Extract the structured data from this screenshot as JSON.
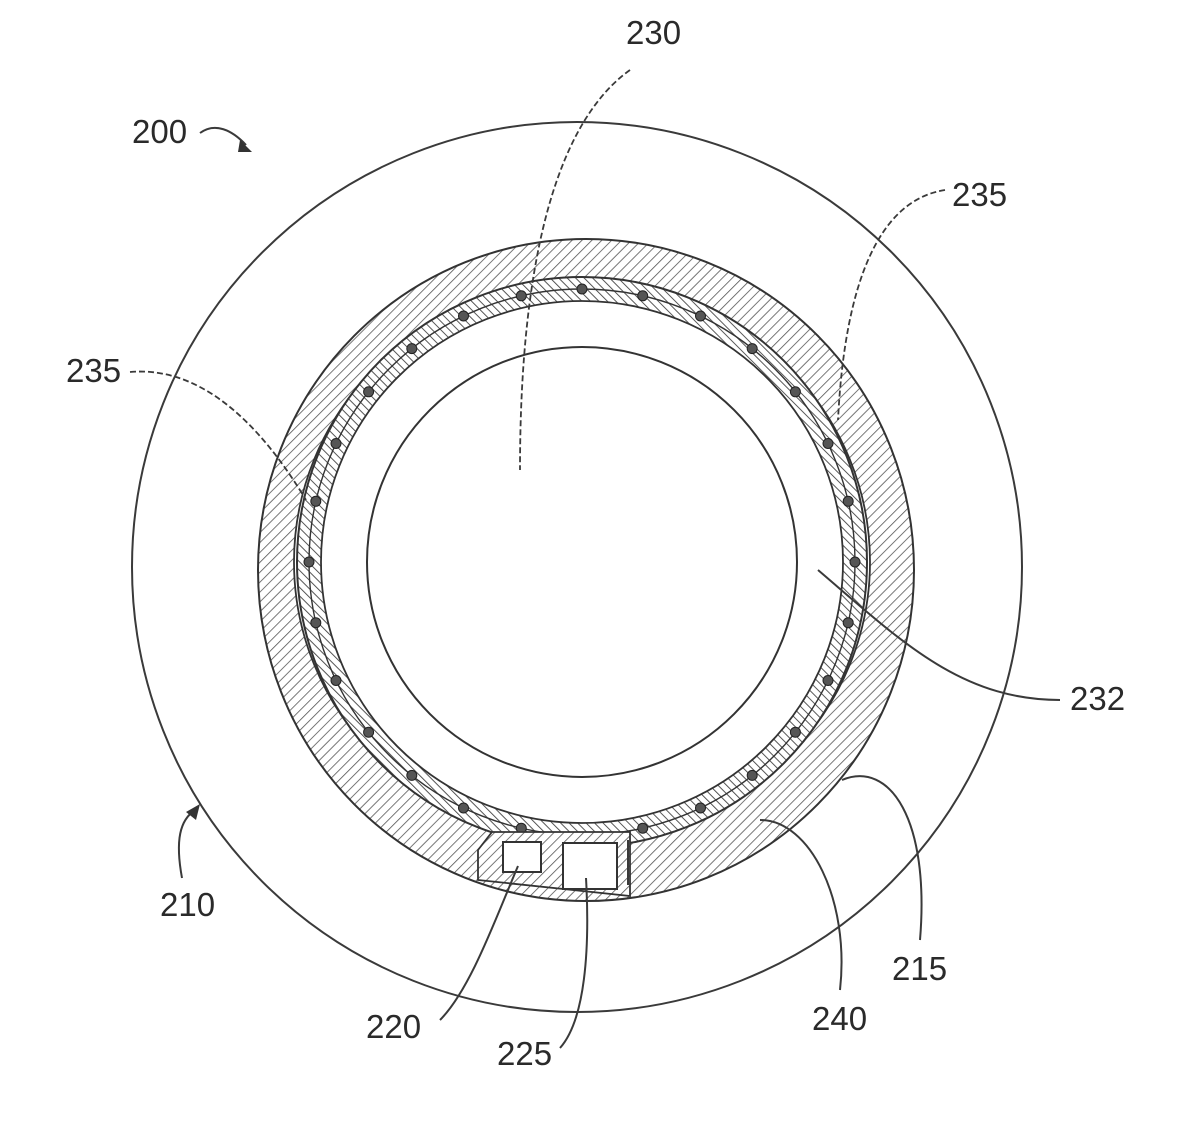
{
  "figure": {
    "reference_numerals": {
      "device": "200",
      "lens_body": "210",
      "outer_ring": "215",
      "chip_a": "220",
      "chip_b": "225",
      "optical_zone": "230",
      "inner_gap": "232",
      "conductors_left": "235",
      "conductors_right": "235",
      "encapsulation": "240"
    }
  }
}
